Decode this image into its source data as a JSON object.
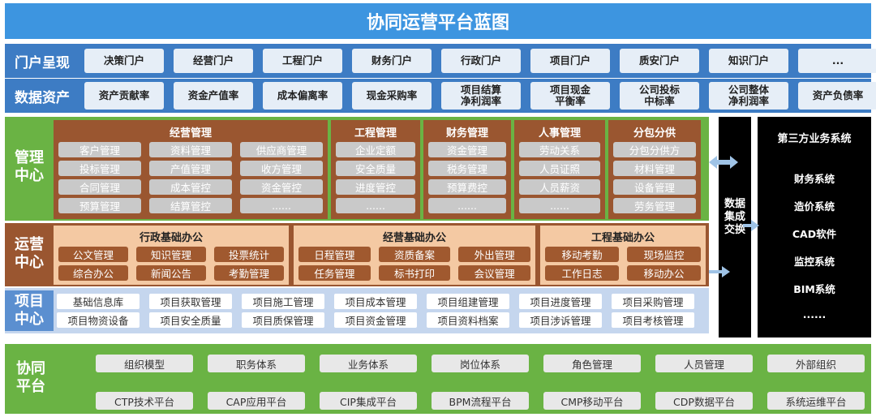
{
  "title": "协同运营平台蓝图",
  "portal": {
    "label": "门户呈现",
    "items": [
      "决策门户",
      "经营门户",
      "工程门户",
      "财务门户",
      "行政门户",
      "项目门户",
      "质安门户",
      "知识门户",
      "..."
    ]
  },
  "data_assets": {
    "label": "数据资产",
    "items": [
      "资产贡献率",
      "资金产值率",
      "成本偏离率",
      "现金采购率",
      "项目结算\n净利润率",
      "项目现金\n平衡率",
      "公司投标\n中标率",
      "公司整体\n净利润率",
      "资产负债率"
    ]
  },
  "management": {
    "label_line1": "管理",
    "label_line2": "中心",
    "groups": [
      {
        "title": "经营管理",
        "items": [
          "客户管理",
          "资料管理",
          "供应商管理",
          "投标管理",
          "产值管理",
          "收方管理",
          "合同管理",
          "成本管控",
          "资金管控",
          "预算管理",
          "结算管控",
          "......"
        ]
      },
      {
        "title": "工程管理",
        "items": [
          "企业定额",
          "安全质量",
          "进度管控",
          "......"
        ]
      },
      {
        "title": "财务管理",
        "items": [
          "资金管理",
          "税务管理",
          "预算费控",
          "......"
        ]
      },
      {
        "title": "人事管理",
        "items": [
          "劳动关系",
          "人员证照",
          "人员薪资",
          "......"
        ]
      },
      {
        "title": "分包分供",
        "items": [
          "分包分供方",
          "材料管理",
          "设备管理",
          "劳务管理"
        ]
      }
    ]
  },
  "operations": {
    "label_line1": "运营",
    "label_line2": "中心",
    "groups": [
      {
        "title": "行政基础办公",
        "items": [
          "公文管理",
          "知识管理",
          "投票统计",
          "综合办公",
          "新闻公告",
          "考勤管理"
        ]
      },
      {
        "title": "经营基础办公",
        "items": [
          "日程管理",
          "资质备案",
          "外出管理",
          "任务管理",
          "标书打印",
          "会议管理"
        ]
      },
      {
        "title": "工程基础办公",
        "items": [
          "移动考勤",
          "现场监控",
          "工作日志",
          "移动办公"
        ]
      }
    ]
  },
  "project": {
    "label_line1": "项目",
    "label_line2": "中心",
    "items": [
      "基础信息库",
      "项目获取管理",
      "项目施工管理",
      "项目成本管理",
      "项目组建管理",
      "项目进度管理",
      "项目采购管理",
      "项目物资设备",
      "项目安全质量",
      "项目质保管理",
      "项目资金管理",
      "项目资料档案",
      "项目涉诉管理",
      "项目考核管理"
    ]
  },
  "collab": {
    "label_line1": "协同",
    "label_line2": "平台",
    "items": [
      "组织模型",
      "职务体系",
      "业务体系",
      "岗位体系",
      "角色管理",
      "人员管理",
      "外部组织",
      "CTP技术平台",
      "CAP应用平台",
      "CIP集成平台",
      "BPM流程平台",
      "CMP移动平台",
      "CDP数据平台",
      "系统运维平台"
    ]
  },
  "exchange": {
    "chars": [
      "数",
      "据",
      "集",
      "成",
      "交",
      "换"
    ]
  },
  "third_party": {
    "title": "第三方业务系统",
    "items": [
      "财务系统",
      "造价系统",
      "CAD软件",
      "监控系统",
      "BIM系统",
      "......"
    ]
  },
  "colors": {
    "blue": "#3d7cc4",
    "green": "#6ab344",
    "brown": "#9a5630",
    "tan": "#f4c9a3",
    "black": "#000000"
  }
}
